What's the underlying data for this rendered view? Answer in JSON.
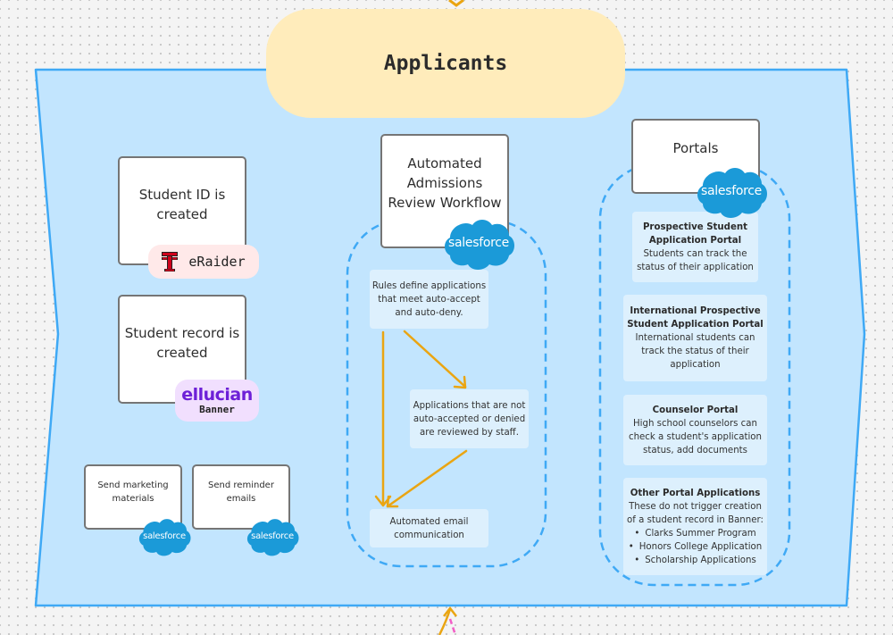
{
  "diagram": {
    "title": "Applicants",
    "colors": {
      "container_fill": "#c2e5fe",
      "container_stroke": "#3fa9f5",
      "title_fill": "#ffecbb",
      "arrow": "#eaa512",
      "dashed_group": "#3fa9f5",
      "salesforce": "#1b9ad8",
      "note_fill": "#ddf0fd",
      "pink_connector": "#f25ec7"
    },
    "left_column": {
      "student_id": {
        "label_line1": "Student ID is",
        "label_line2": "created",
        "system": "eRaider"
      },
      "student_record": {
        "label_line1": "Student record is",
        "label_line2": "created",
        "system_brand": "ellucian",
        "system": "Banner"
      },
      "marketing": {
        "label_line1": "Send marketing",
        "label_line2": "materials",
        "system": "salesforce"
      },
      "reminders": {
        "label_line1": "Send reminder",
        "label_line2": "emails",
        "system": "salesforce"
      }
    },
    "workflow": {
      "title_line1": "Automated",
      "title_line2": "Admissions",
      "title_line3": "Review Workflow",
      "system": "salesforce",
      "steps": [
        {
          "line1": "Rules define applications",
          "line2": "that meet auto-accept",
          "line3": "and auto-deny."
        },
        {
          "line1": "Applications that are not",
          "line2": "auto-accepted or denied",
          "line3": "are reviewed by staff."
        },
        {
          "line1": "Automated email",
          "line2": "communication"
        }
      ]
    },
    "portals": {
      "title": "Portals",
      "system": "salesforce",
      "items": [
        {
          "name_line1": "Prospective Student",
          "name_line2": "Application Portal",
          "desc_line1": "Students can track the",
          "desc_line2": "status of their application"
        },
        {
          "name_line1": "International Prospective",
          "name_line2": "Student Application Portal",
          "desc_line1": "International students can",
          "desc_line2": "track the status of their",
          "desc_line3": "application"
        },
        {
          "name_line1": "Counselor Portal",
          "desc_line1": "High school counselors can",
          "desc_line2": "check a student's application",
          "desc_line3": "status, add documents"
        },
        {
          "name_line1": "Other Portal Applications",
          "desc_line1": "These do not trigger creation",
          "desc_line2": "of a student record in Banner:",
          "bullets": [
            "Clarks Summer Program",
            "Honors College Application",
            "Scholarship Applications"
          ]
        }
      ]
    }
  }
}
